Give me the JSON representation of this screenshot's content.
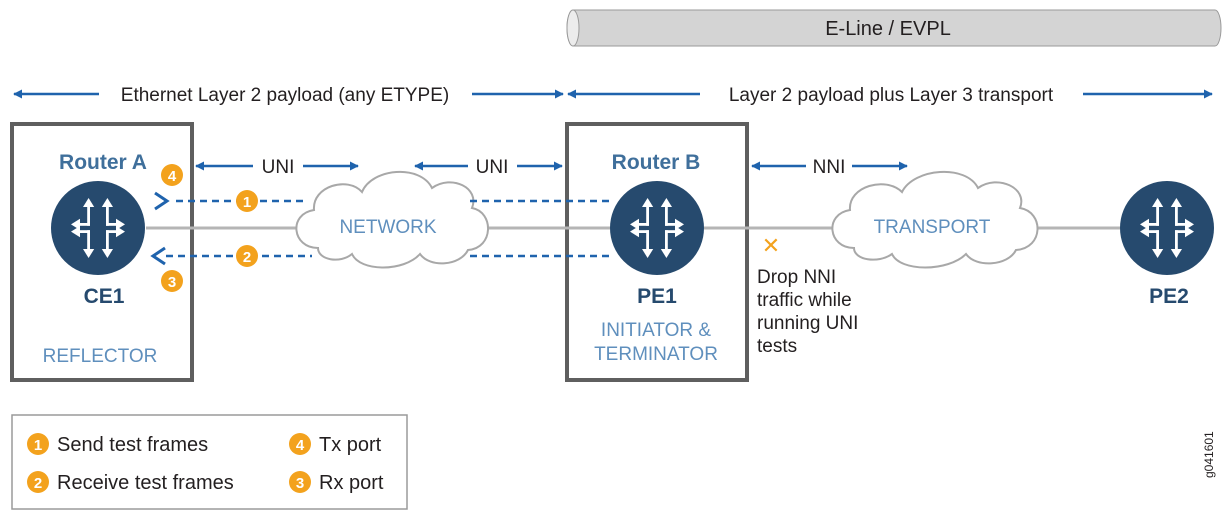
{
  "colors": {
    "blue": "#1f63ad",
    "navy": "#264a6e",
    "orange": "#f3a21d",
    "gray_box": "#5f5f5f",
    "gray_line": "#b5b5b5",
    "cloud_text": "#5f8fbd",
    "steel_text": "#3f6f9b",
    "text": "#231f20",
    "bar_fill": "#d4d4d4"
  },
  "service_bar": {
    "label": "E-Line / EVPL"
  },
  "scope": {
    "left": "Ethernet Layer 2 payload (any ETYPE)",
    "right": "Layer 2 payload  plus Layer 3 transport"
  },
  "interfaces": {
    "uni_left": "UNI",
    "uni_right": "UNI",
    "nni": "NNI"
  },
  "clouds": {
    "network": "NETWORK",
    "transport": "TRANSPORT"
  },
  "routers": {
    "ce1": {
      "title": "Router A",
      "name": "CE1",
      "role": "REFLECTOR"
    },
    "pe1": {
      "title": "Router B",
      "name": "PE1",
      "role_line1": "INITIATOR &",
      "role_line2": "TERMINATOR"
    },
    "pe2": {
      "name": "PE2"
    }
  },
  "drop_note": {
    "symbol": "✕",
    "lines": [
      "Drop NNI",
      "traffic while",
      "running UNI",
      "tests"
    ]
  },
  "markers": {
    "m1": "1",
    "m2": "2",
    "m3": "3",
    "m4": "4"
  },
  "legend": {
    "items": [
      {
        "num": "1",
        "text": "Send test frames"
      },
      {
        "num": "2",
        "text": "Receive test frames"
      },
      {
        "num": "4",
        "text": "Tx port"
      },
      {
        "num": "3",
        "text": "Rx port"
      }
    ]
  },
  "figure_id": "g041601"
}
